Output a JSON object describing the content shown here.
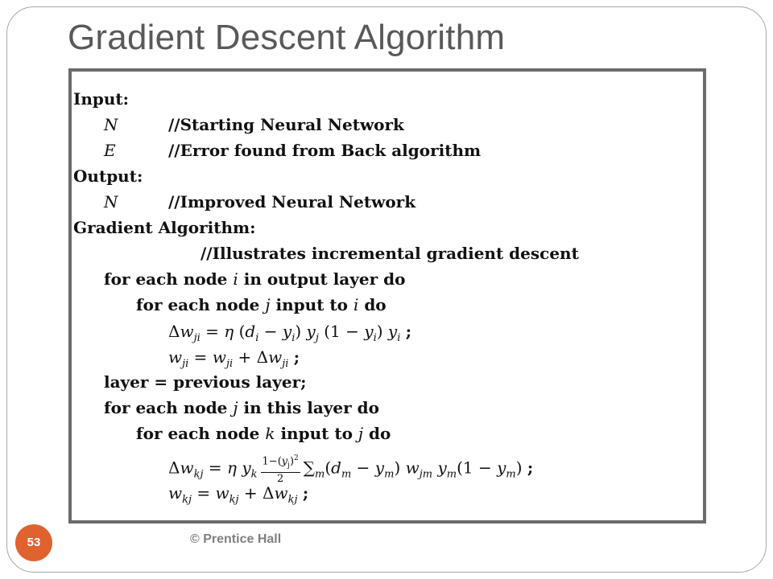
{
  "slide": {
    "title": "Gradient Descent Algorithm",
    "page_number": "53",
    "footer": "© Prentice Hall"
  },
  "algorithm": {
    "input_heading": "Input:",
    "input_n_symbol": "N",
    "input_n_comment": "//Starting Neural Network",
    "input_e_symbol": "E",
    "input_e_comment": "//Error found from Back algorithm",
    "output_heading": "Output:",
    "output_n_symbol": "N",
    "output_n_comment": "//Improved Neural Network",
    "algo_heading": "Gradient Algorithm:",
    "algo_comment": "//Illustrates incremental gradient descent",
    "loop1_a": "for each node ",
    "loop1_var": "i",
    "loop1_b": " in output layer do",
    "loop2_a": "for each node ",
    "loop2_var": "j",
    "loop2_b": " input to ",
    "loop2_var2": "i",
    "loop2_c": " do",
    "eq1": "Δw_ji = η (d_i − y_i) y_j (1 − y_i) y_i ;",
    "eq2": "w_ji = w_ji + Δw_ji ;",
    "layer_line": "layer = previous layer;",
    "loop3_a": "for each node ",
    "loop3_var": "j",
    "loop3_b": " in this layer do",
    "loop4_a": "for each node ",
    "loop4_var": "k",
    "loop4_b": " input to ",
    "loop4_var2": "j",
    "loop4_c": " do",
    "eq3": "Δw_kj = η y_k (1−(y_j)²)/2 Σ_m (d_m − y_m) w_jm y_m(1 − y_m) ;",
    "eq4": "w_kj = w_kj + Δw_kj ;"
  }
}
